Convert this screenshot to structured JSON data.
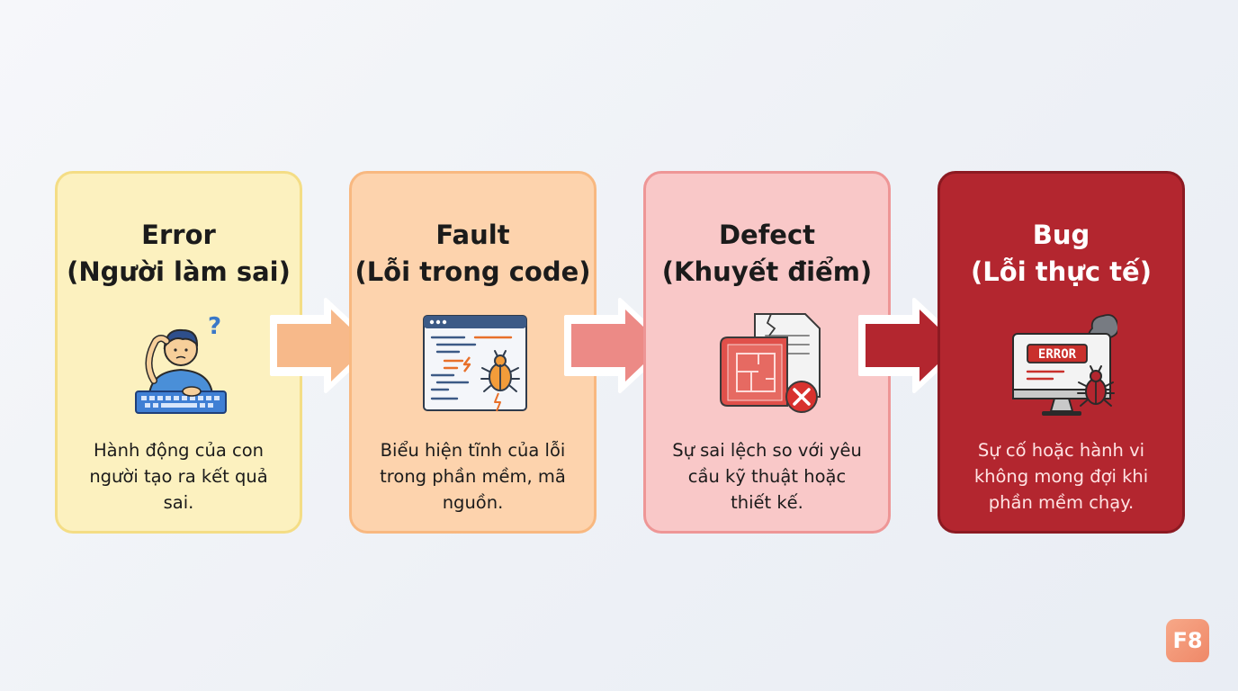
{
  "cards": [
    {
      "title": "Error",
      "subtitle": "(Người làm sai)",
      "description": "Hành động của con người tạo ra kết quả sai."
    },
    {
      "title": "Fault",
      "subtitle": "(Lỗi trong code)",
      "description": "Biểu hiện tĩnh của lỗi trong phần mềm, mã nguồn."
    },
    {
      "title": "Defect",
      "subtitle": "(Khuyết điểm)",
      "description": "Sự sai lệch so với yêu cầu kỹ thuật hoặc thiết kế."
    },
    {
      "title": "Bug",
      "subtitle": "(Lỗi thực tế)",
      "description": "Sự cố hoặc hành vi không mong đợi khi phần mềm chạy."
    }
  ],
  "icons": {
    "error": "confused-person-at-keyboard-icon",
    "fault": "code-window-with-bug-icon",
    "defect": "broken-blueprint-with-x-icon",
    "bug": "monitor-error-with-bug-icon",
    "error_screen_text": "ERROR"
  },
  "arrows": [
    "arrow-right-icon",
    "arrow-right-icon",
    "arrow-right-icon"
  ],
  "colors": {
    "error_card": "#fcf1bf",
    "fault_card": "#fdd3ad",
    "defect_card": "#f9c8c8",
    "bug_card": "#b3262f",
    "arrow_1": "#f7b98a",
    "arrow_2": "#ec8a86",
    "arrow_3": "#b3262f"
  },
  "logo": {
    "text": "F8"
  }
}
